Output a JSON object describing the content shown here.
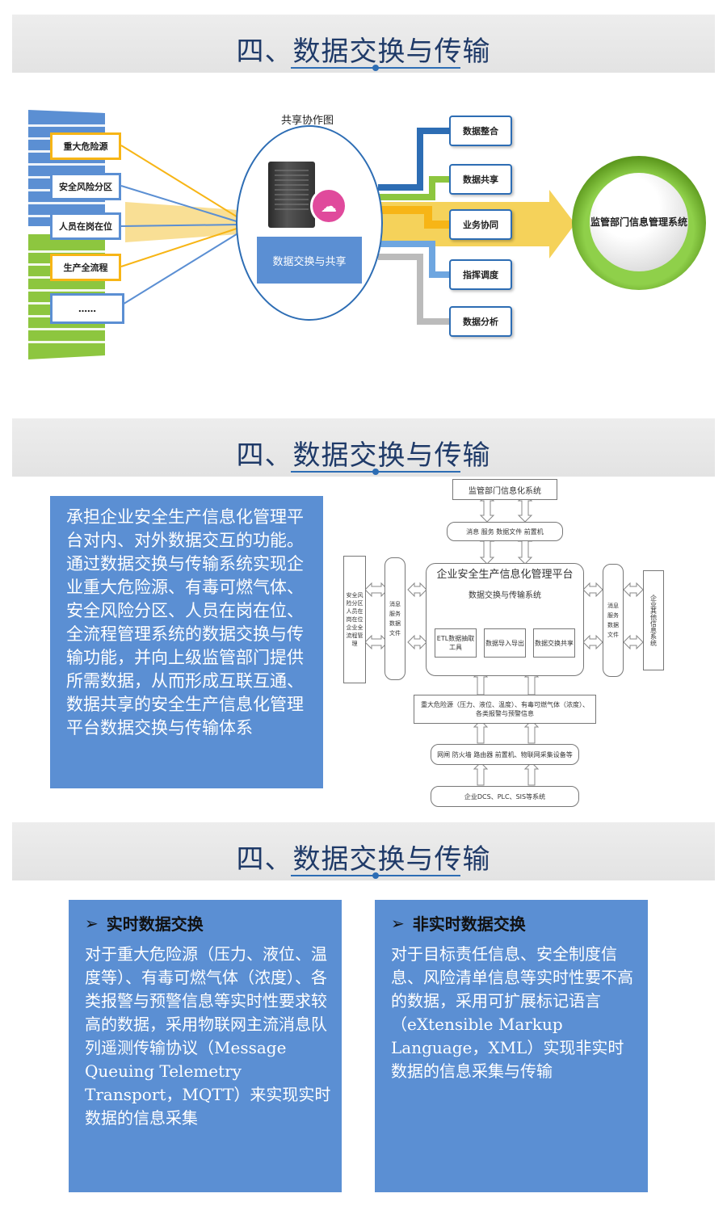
{
  "sections": {
    "title": "四、数据交换与传输"
  },
  "diagram1": {
    "shared_label": "共享协作图",
    "sources": [
      "重大危险源",
      "安全风险分区",
      "人员在岗在位",
      "生产全流程",
      "……"
    ],
    "exchange_label": "数据交换与共享",
    "outputs": [
      "数据整合",
      "数据共享",
      "业务协同",
      "指挥调度",
      "数据分析"
    ],
    "target": "监管部门信息管理系统",
    "colors": {
      "blue": "#5b8fd3",
      "yellow": "#f7b516",
      "green": "#8dc63f",
      "gray": "#bbbbbb"
    }
  },
  "section2": {
    "text": "承担企业安全生产信息化管理平台对内、对外数据交互的功能。通过数据交换与传输系统实现企业重大危险源、有毒可燃气体、安全风险分区、人员在岗在位、全流程管理系统的数据交换与传输功能，并向上级监管部门提供所需数据，从而形成互联互通、数据共享的安全生产信息化管理平台数据交换与传输体系",
    "diagram": {
      "top": "监管部门信息化系统",
      "top_bar": "消息   服务   数据文件   前置机",
      "center_title": "企业安全生产信息化管理平台",
      "center_sub": "数据交换与传输系统",
      "inner": [
        "ETL数据抽取工具",
        "数据导入导出",
        "数据交换共享"
      ],
      "left_list": "安全风险分区  人员在岗在位  企业全流程管理",
      "left_bar": "消息  服务  数据文件",
      "right_bar": "消息  服务  数据文件",
      "right_list": "企业其他信息系统",
      "bottom_box": "重大危险源（压力、液位、温度）、有毒可燃气体（浓度）、各类报警与预警信息",
      "network_bar": "网闸   防火墙   路由器   前置机、物联网采集设备等",
      "base": "企业DCS、PLC、SIS等系统"
    }
  },
  "section3": {
    "cards": [
      {
        "heading": "实时数据交换",
        "body": "对于重大危险源（压力、液位、温度等）、有毒可燃气体（浓度）、各类报警与预警信息等实时性要求较高的数据，采用物联网主流消息队列遥测传输协议（Message Queuing Telemetry Transport，MQTT）来实现实时数据的信息采集"
      },
      {
        "heading": "非实时数据交换",
        "body": "对于目标责任信息、安全制度信息、风险清单信息等实时性要不高的数据，采用可扩展标记语言（eXtensible Markup Language，XML）实现非实时数据的信息采集与传输"
      }
    ]
  }
}
